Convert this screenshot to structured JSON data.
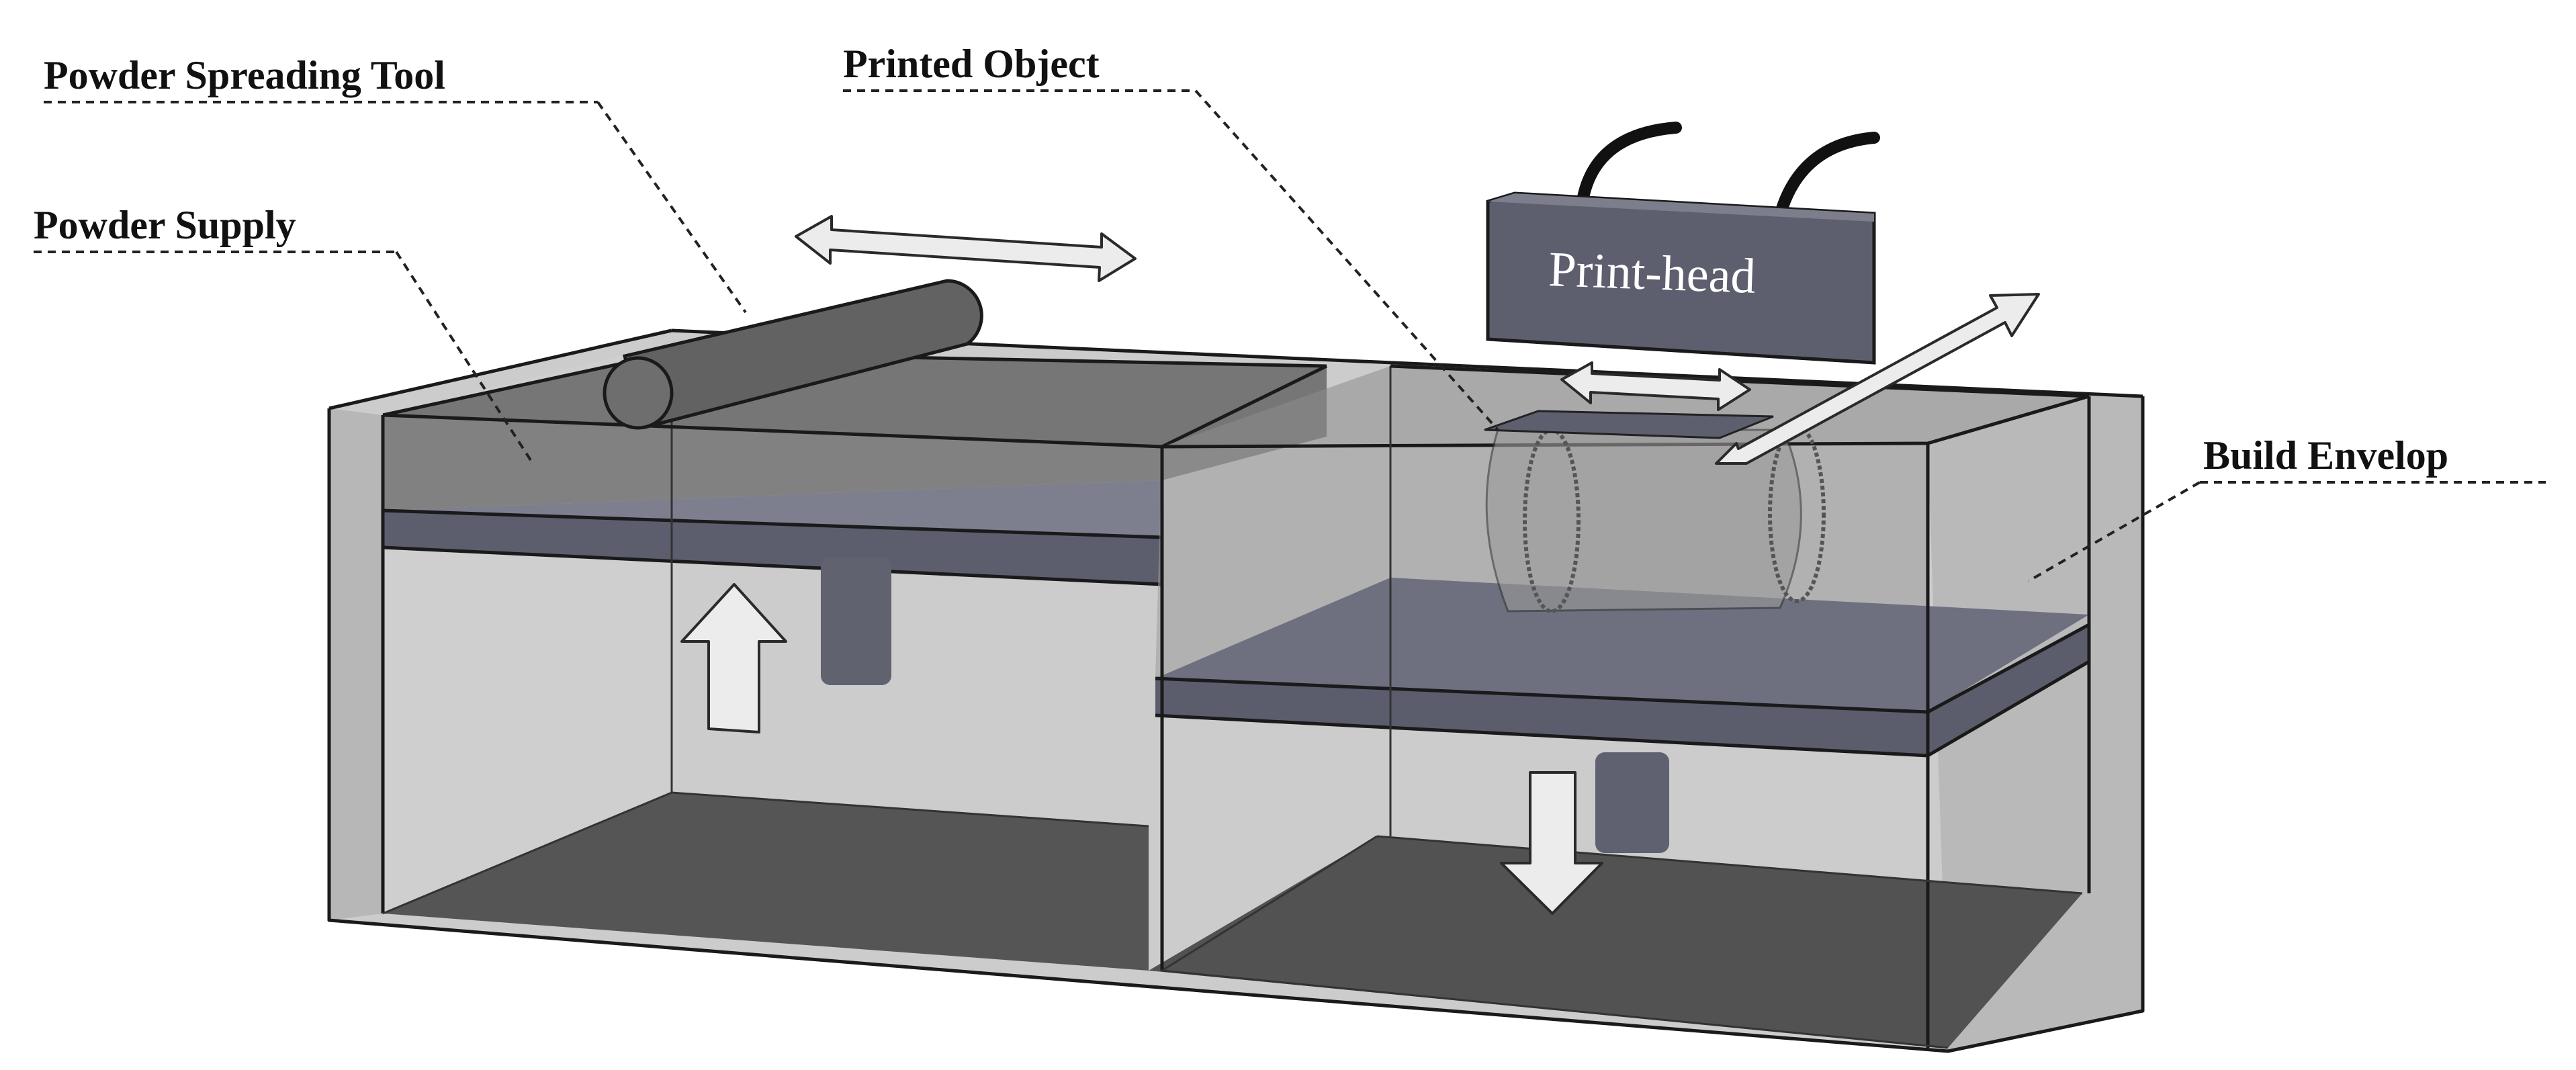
{
  "labels": {
    "powder_spreading_tool": "Powder Spreading Tool",
    "printed_object": "Printed Object",
    "powder_supply": "Powder Supply",
    "build_envelop": "Build Envelop",
    "print_head": "Print-head"
  },
  "colors": {
    "glass": "#bdbdbd",
    "floor": "#555555",
    "powder_top": "#747474",
    "piston_plate": "#7b7d8c",
    "piston_plate_edge": "#5a5c6d",
    "roller": "#626262",
    "print_head": "#5d5f6f",
    "arrow_fill": "#ececec"
  }
}
